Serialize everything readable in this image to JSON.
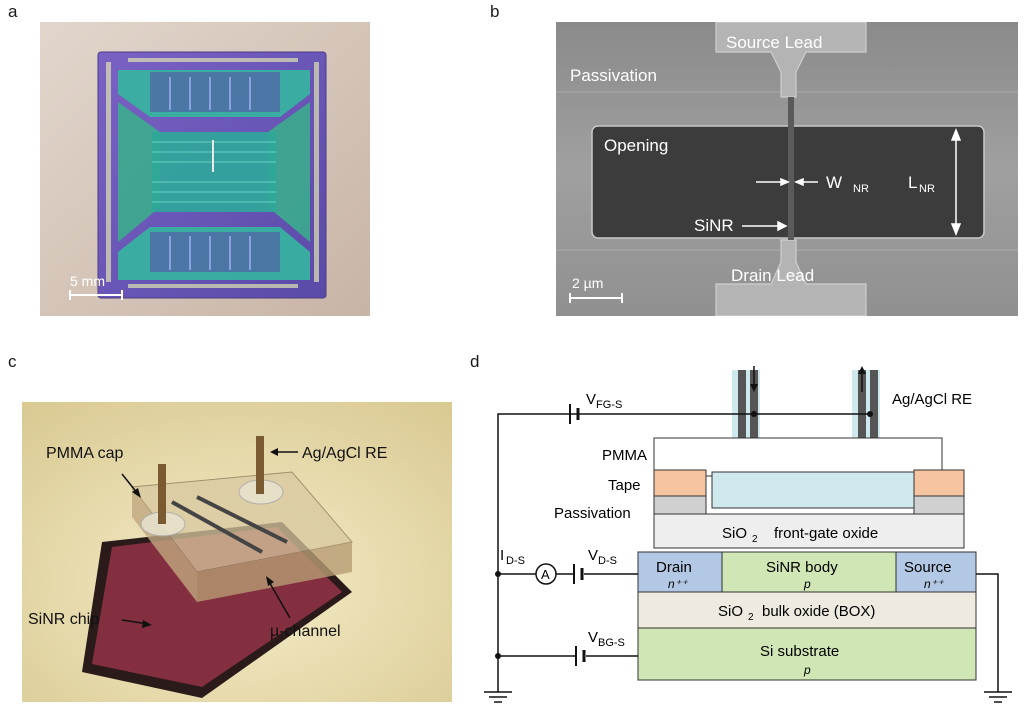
{
  "panels": {
    "a": {
      "label": "a",
      "scalebar": "5 mm"
    },
    "b": {
      "label": "b",
      "source_lead": "Source Lead",
      "passivation": "Passivation",
      "opening": "Opening",
      "w_nr_main": "W",
      "w_nr_sub": "NR",
      "l_nr_main": "L",
      "l_nr_sub": "NR",
      "sinr": "SiNR",
      "drain_lead": "Drain Lead",
      "scalebar": "2 µm"
    },
    "c": {
      "label": "c",
      "pmma_cap": "PMMA cap",
      "agagcl_re": "Ag/AgCl RE",
      "sinr_chip": "SiNR chip",
      "mu_channel": "µ-channel"
    },
    "d": {
      "label": "d",
      "vfgs_main": "V",
      "vfgs_sub": "FG-S",
      "agagcl_re": "Ag/AgCl RE",
      "pmma": "PMMA",
      "tape": "Tape",
      "passivation": "Passivation",
      "sio2": "SiO",
      "sio2_sub": "2",
      "front_gate": "front-gate oxide",
      "ids_main": "I",
      "ids_sub": "D-S",
      "ammeter": "A",
      "vds_main": "V",
      "vds_sub": "D-S",
      "drain": "Drain",
      "drain_dope": "n⁺⁺",
      "sinr_body": "SiNR body",
      "body_dope": "p",
      "source": "Source",
      "source_dope": "n⁺⁺",
      "box_label": "bulk oxide (BOX)",
      "vbgs_main": "V",
      "vbgs_sub": "BG-S",
      "si_substrate": "Si substrate",
      "substrate_dope": "p"
    }
  }
}
